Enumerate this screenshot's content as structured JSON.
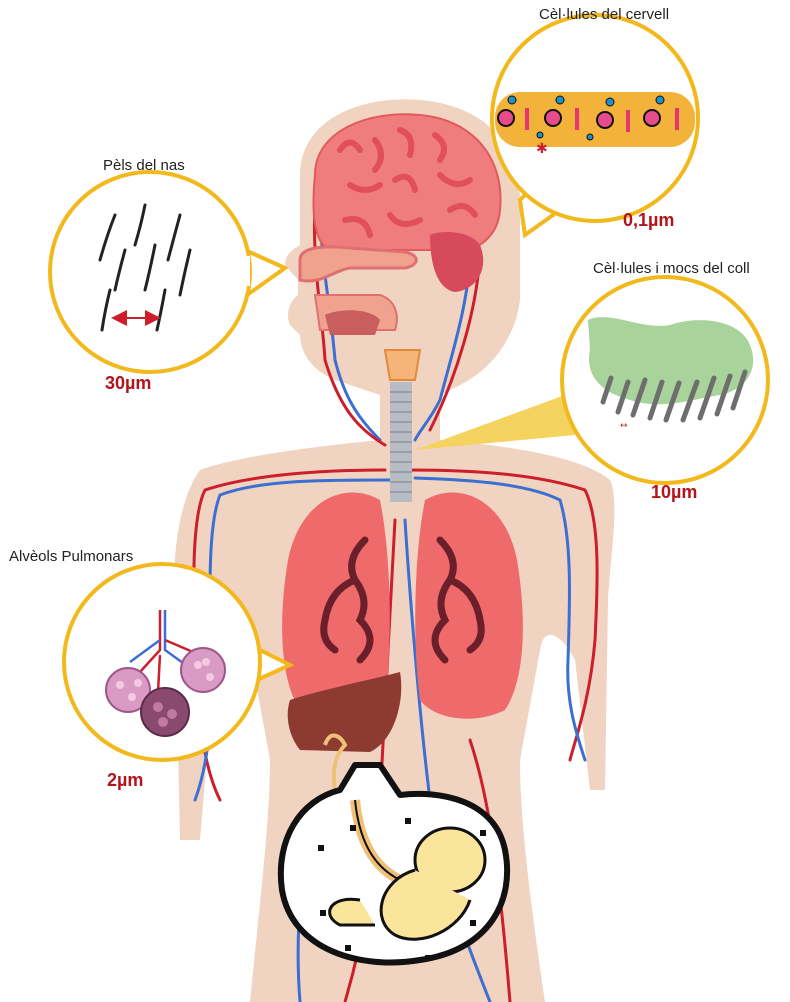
{
  "colors": {
    "skin": "#f1d3c2",
    "callout_border": "#f2b81c",
    "artery": "#cc1f2b",
    "vein": "#3b6fd1",
    "lung": "#ef6a6a",
    "brain": "#f07d7d",
    "value_text": "#b3141c"
  },
  "callouts": {
    "nose": {
      "label": "Pèls del nas",
      "value": "30µm"
    },
    "brain": {
      "label": "Cèl·lules del cervell",
      "value": "0,1µm"
    },
    "throat": {
      "label": "Cèl·lules i mocs del coll",
      "value": "10µm"
    },
    "alveoli": {
      "label": "Alvèols Pulmonars",
      "value": "2µm"
    }
  },
  "icons": [
    "nose-hairs-icon",
    "brain-cells-icon",
    "throat-mucus-icon",
    "alveoli-icon",
    "fetus-icon"
  ]
}
